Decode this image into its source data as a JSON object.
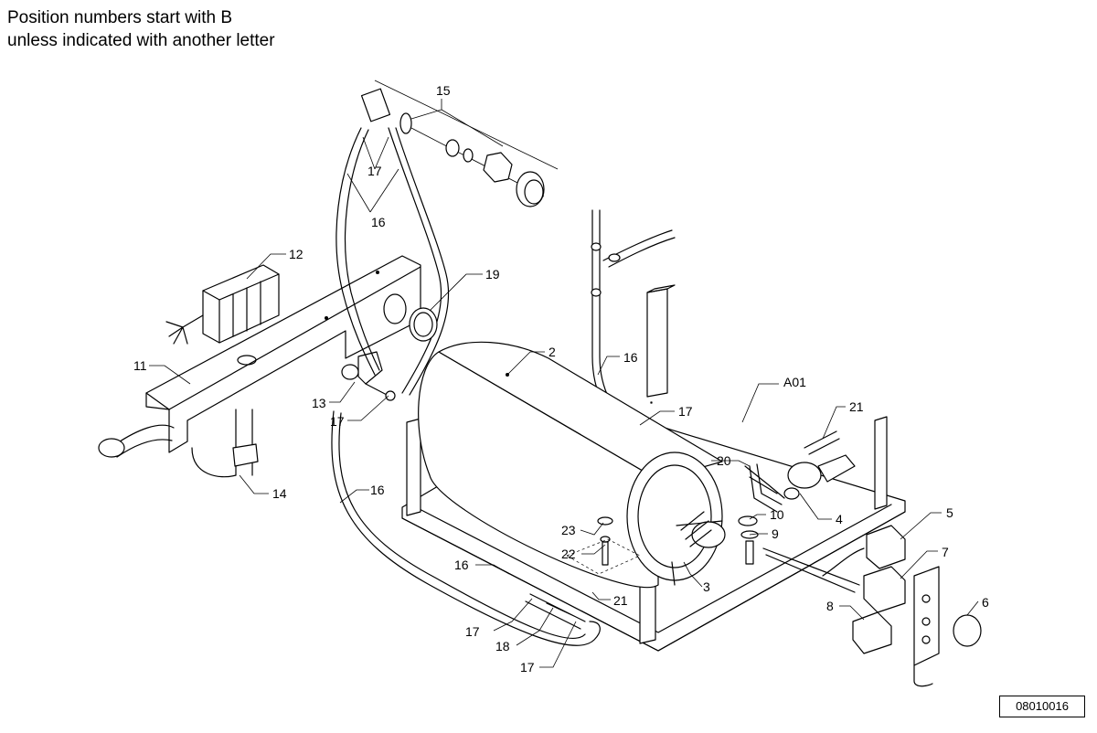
{
  "notes": {
    "line1": "Position numbers start with B",
    "line2": "unless indicated with another letter"
  },
  "drawing_number": "08010016",
  "labels": {
    "l2": "2",
    "l3": "3",
    "l4": "4",
    "l5": "5",
    "l6": "6",
    "l7": "7",
    "l8": "8",
    "l9": "9",
    "l10": "10",
    "l11": "11",
    "l12": "12",
    "l13": "13",
    "l14": "14",
    "l15": "15",
    "l16a": "16",
    "l16b": "16",
    "l16c": "16",
    "l16d": "16",
    "l17a": "17",
    "l17b": "17",
    "l17c": "17",
    "l17d": "17",
    "l17e": "17",
    "l18": "18",
    "l19": "19",
    "l20": "20",
    "l21a": "21",
    "l21b": "21",
    "l22": "22",
    "l23": "23",
    "lA01": "A01"
  }
}
